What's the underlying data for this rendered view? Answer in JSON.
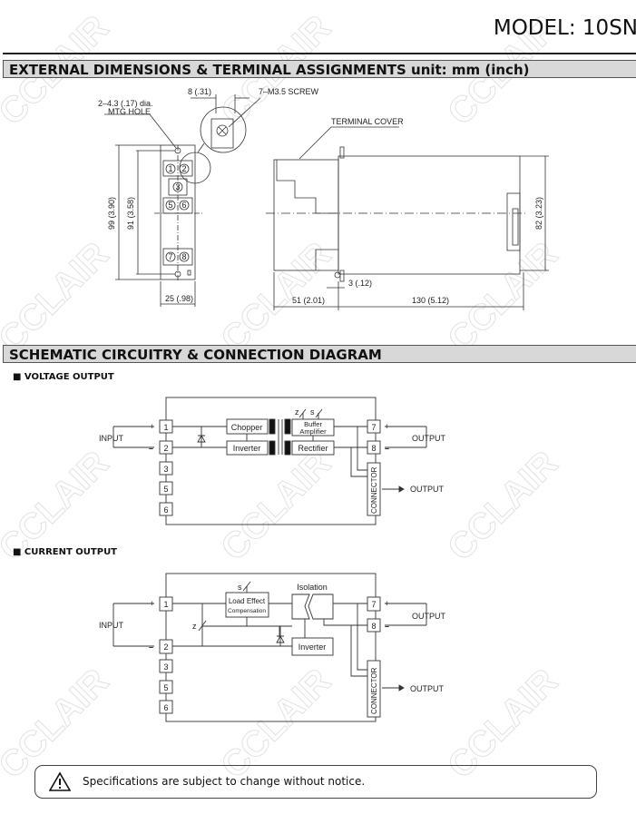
{
  "header": {
    "model": "MODEL: 10SN"
  },
  "watermark": "CCLAIR",
  "sections": {
    "dimensions": "EXTERNAL DIMENSIONS & TERMINAL ASSIGNMENTS unit: mm (inch)",
    "schematic": "SCHEMATIC CIRCUITRY & CONNECTION DIAGRAM"
  },
  "dimensions": {
    "mtg_hole_1": "2–4.3 (.17) dia.",
    "mtg_hole_2": "MTG HOLE",
    "screw_pitch": "8 (.31)",
    "screw": "7–M3.5 SCREW",
    "terminal_cover": "TERMINAL COVER",
    "height_total": "99 (3.90)",
    "height_holes": "91 (3.58)",
    "width": "25 (.98)",
    "side_height": "82 (3.23)",
    "flange": "3 (.12)",
    "depth_front": "51 (2.01)",
    "depth_body": "130 (5.12)",
    "terminals": [
      "1",
      "2",
      "3",
      "5",
      "6",
      "7",
      "8"
    ]
  },
  "voltage": {
    "title": "■ VOLTAGE OUTPUT",
    "input": "INPUT",
    "output": "OUTPUT",
    "output2": "OUTPUT",
    "plus": "+",
    "minus": "–",
    "blocks": {
      "chopper": "Chopper",
      "inverter": "Inverter",
      "buffer1": "Buffer",
      "buffer2": "Amplifier",
      "rectifier": "Rectifier",
      "connector": "CONNECTOR"
    },
    "z": "z",
    "s": "s",
    "terminals": [
      "1",
      "2",
      "3",
      "5",
      "6",
      "7",
      "8"
    ]
  },
  "current": {
    "title": "■ CURRENT OUTPUT",
    "input": "INPUT",
    "output": "OUTPUT",
    "output2": "OUTPUT",
    "plus": "+",
    "minus": "–",
    "blocks": {
      "load1": "Load Effect",
      "load2": "Compensation",
      "isolation": "Isolation",
      "inverter": "Inverter",
      "connector": "CONNECTOR"
    },
    "z": "z",
    "s": "s",
    "terminals": [
      "1",
      "2",
      "3",
      "5",
      "6",
      "7",
      "8"
    ]
  },
  "notice": "Specifications are subject to change without notice."
}
